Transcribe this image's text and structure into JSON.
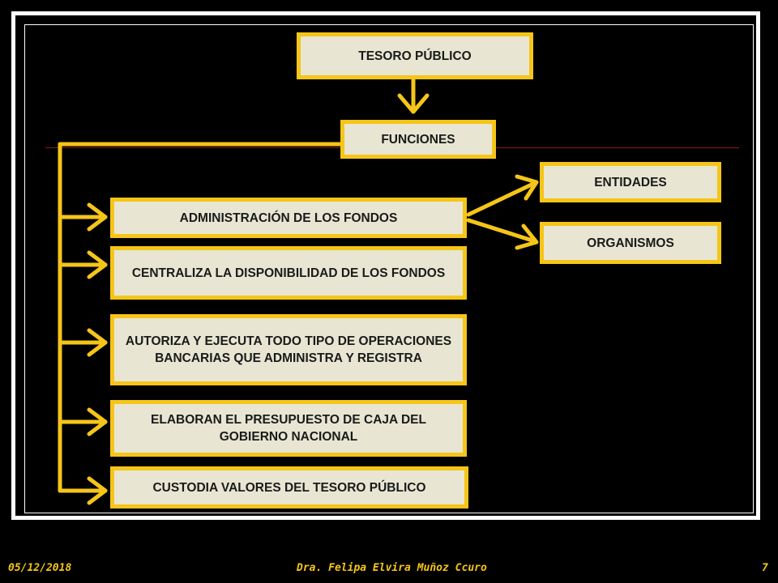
{
  "diagram": {
    "root": "TESORO PÚBLICO",
    "functions_label": "FUNCIONES",
    "functions": [
      "ADMINISTRACIÓN DE LOS FONDOS",
      "CENTRALIZA LA DISPONIBILIDAD DE LOS FONDOS",
      "AUTORIZA Y EJECUTA TODO TIPO DE OPERACIONES BANCARIAS QUE ADMINISTRA Y REGISTRA",
      "ELABORAN EL PRESUPUESTO DE CAJA DEL GOBIERNO NACIONAL",
      "CUSTODIA VALORES DEL TESORO PÚBLICO"
    ],
    "branches": [
      "ENTIDADES",
      "ORGANISMOS"
    ]
  },
  "footer": {
    "date": "05/12/2018",
    "author": "Dra. Felipa  Elvira Muñoz Ccuro",
    "page": "7"
  },
  "colors": {
    "accent": "#f5c518",
    "box_fill": "#e8e6d2",
    "background": "#000000",
    "frame": "#ffffff",
    "divider": "#8b1c1c"
  }
}
